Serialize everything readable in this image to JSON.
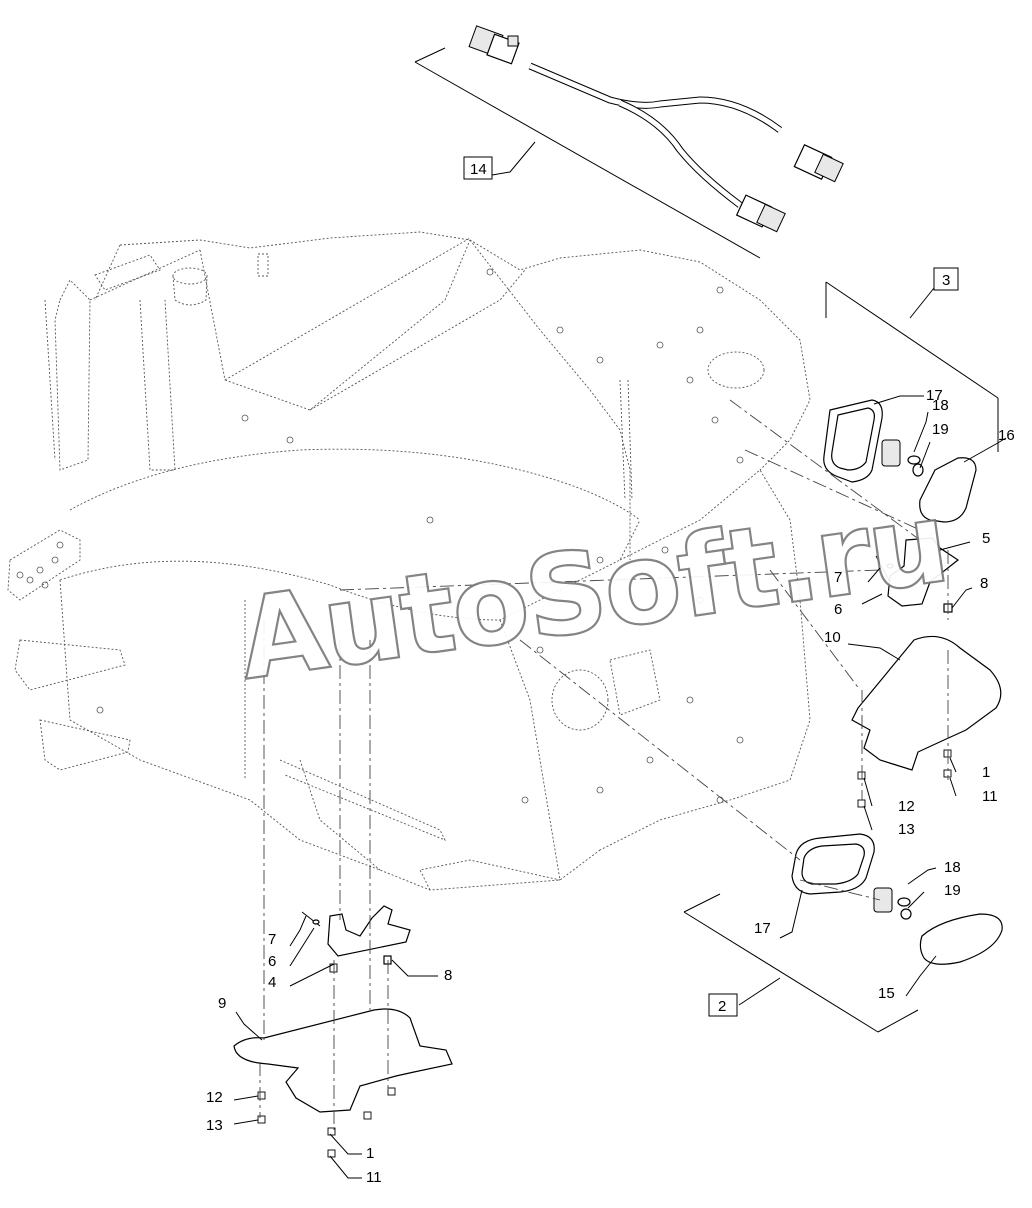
{
  "watermark": "AutoSoft.ru",
  "boxed_labels": {
    "harness": "14",
    "upper_lamp_group": "3",
    "lower_lamp_group": "2"
  },
  "callouts": {
    "upper": {
      "lens_frame": "17",
      "bulb_holder": "18",
      "bulb": "19",
      "cover": "16",
      "bracket": "5",
      "bolt": "7",
      "washer": "6",
      "nut": "8",
      "plate": "10",
      "washer_b": "1",
      "nut_b": "11",
      "washer_c": "12",
      "nut_c": "13"
    },
    "lower": {
      "lens_frame": "17",
      "bulb_holder": "18",
      "bulb": "19",
      "cover": "15",
      "bracket": "4",
      "bolt": "7",
      "washer": "6",
      "nut": "8",
      "plate": "9",
      "washer_c": "12",
      "nut_c": "13",
      "washer_b": "1",
      "nut_b": "11"
    }
  }
}
